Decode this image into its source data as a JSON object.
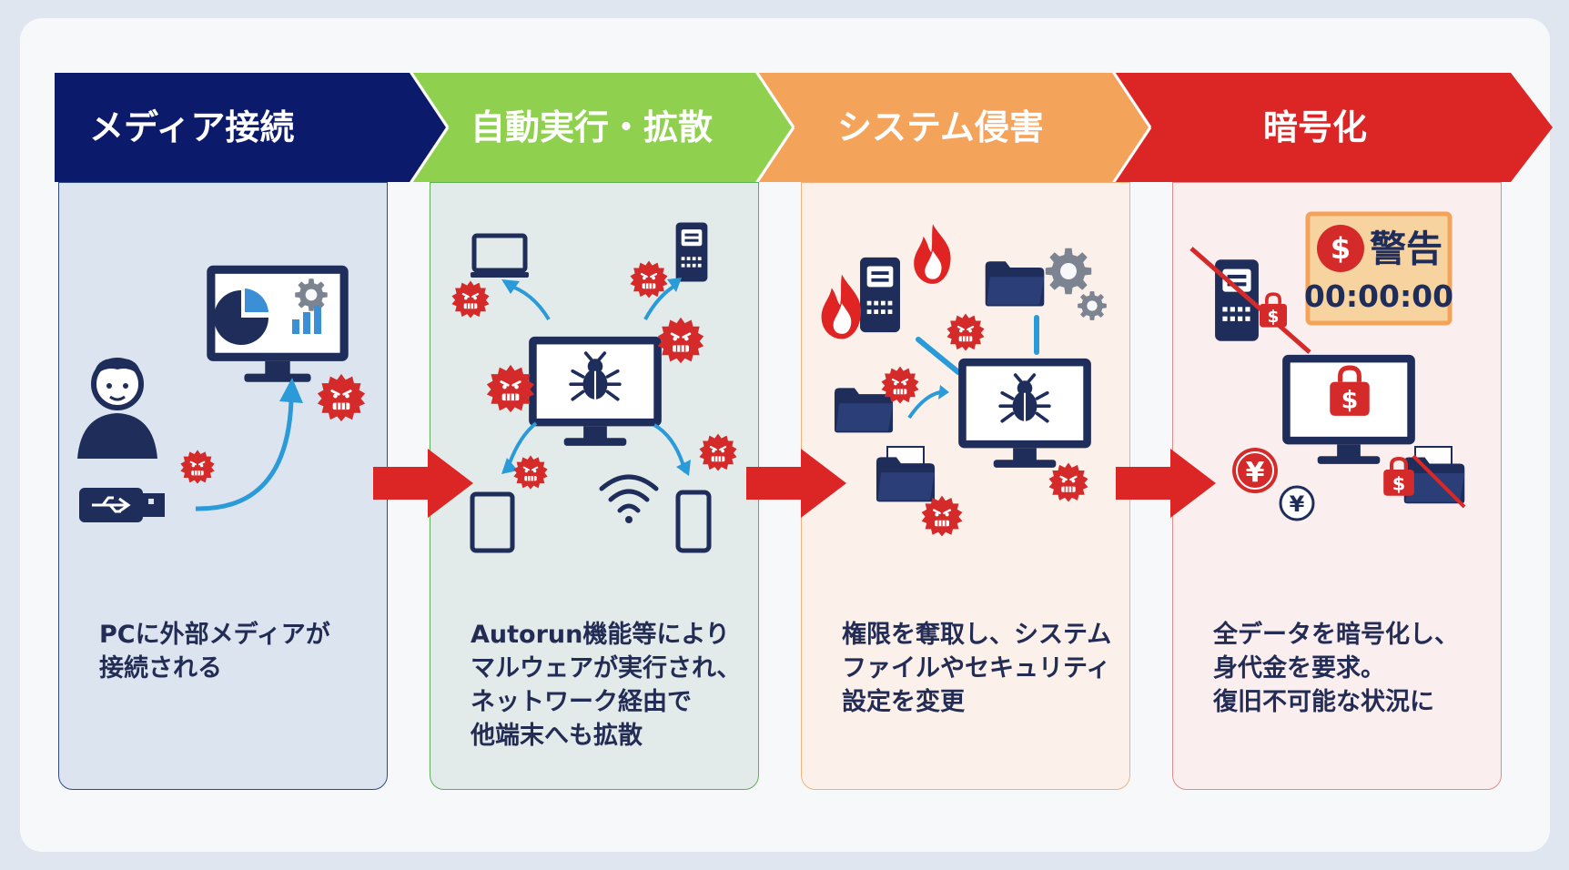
{
  "stages": [
    {
      "title": "メディア接続",
      "color": "#0c1a6b",
      "panel_bg": "#dbe4ef",
      "panel_border": "#2e4a86",
      "description": "PCに外部メディアが\n接続される",
      "icons": [
        "user-icon",
        "usb-drive-icon",
        "monitor-dashboard-icon",
        "gear-icon",
        "virus-icon",
        "curved-arrow-icon"
      ]
    },
    {
      "title": "自動実行・拡散",
      "color": "#8fd14f",
      "panel_bg": "#e3eaea",
      "panel_border": "#5fae5a",
      "description": "Autorun機能等により\nマルウェアが実行され、\nネットワーク経由で\n他端末へも拡散",
      "icons": [
        "laptop-icon",
        "server-icon",
        "tablet-icon",
        "smartphone-icon",
        "wifi-icon",
        "infected-monitor-icon",
        "virus-icon"
      ]
    },
    {
      "title": "システム侵害",
      "color": "#f4a35a",
      "panel_bg": "#fbf1ea",
      "panel_border": "#f0b27a",
      "description": "権限を奪取し、システム\nファイルやセキュリティ\n設定を変更",
      "icons": [
        "server-icon",
        "fire-icon",
        "folder-icon",
        "gear-icon",
        "infected-monitor-icon",
        "virus-icon"
      ]
    },
    {
      "title": "暗号化",
      "color": "#dc2626",
      "panel_bg": "#fbeeee",
      "panel_border": "#e08a8a",
      "description": "全データを暗号化し、\n身代金を要求。\n復旧不可能な状況に",
      "icons": [
        "server-icon",
        "chain-icon",
        "padlock-icon",
        "locked-monitor-icon",
        "yen-coin-icon",
        "folder-icon"
      ]
    }
  ],
  "warning": {
    "label": "警告",
    "timer": "00:00:00",
    "currency_symbol": "$"
  },
  "yen_symbol": "¥",
  "step_arrow_color": "#dc2626"
}
